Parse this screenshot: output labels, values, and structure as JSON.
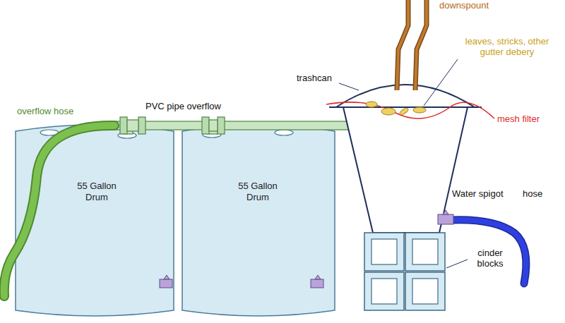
{
  "diagram": {
    "nodes": [
      {
        "text": [
          "55 Gallon Drum"
        ]
      },
      {
        "text": [
          "55 Gallon Drum"
        ]
      }
    ],
    "labels": [
      "downspount",
      "leaves, stricks, other gutter debery",
      "trashcan",
      "mesh filter",
      "PVC pipe overflow",
      "overflow hose",
      "Water spigot",
      "hose",
      "cinder blocks"
    ]
  }
}
